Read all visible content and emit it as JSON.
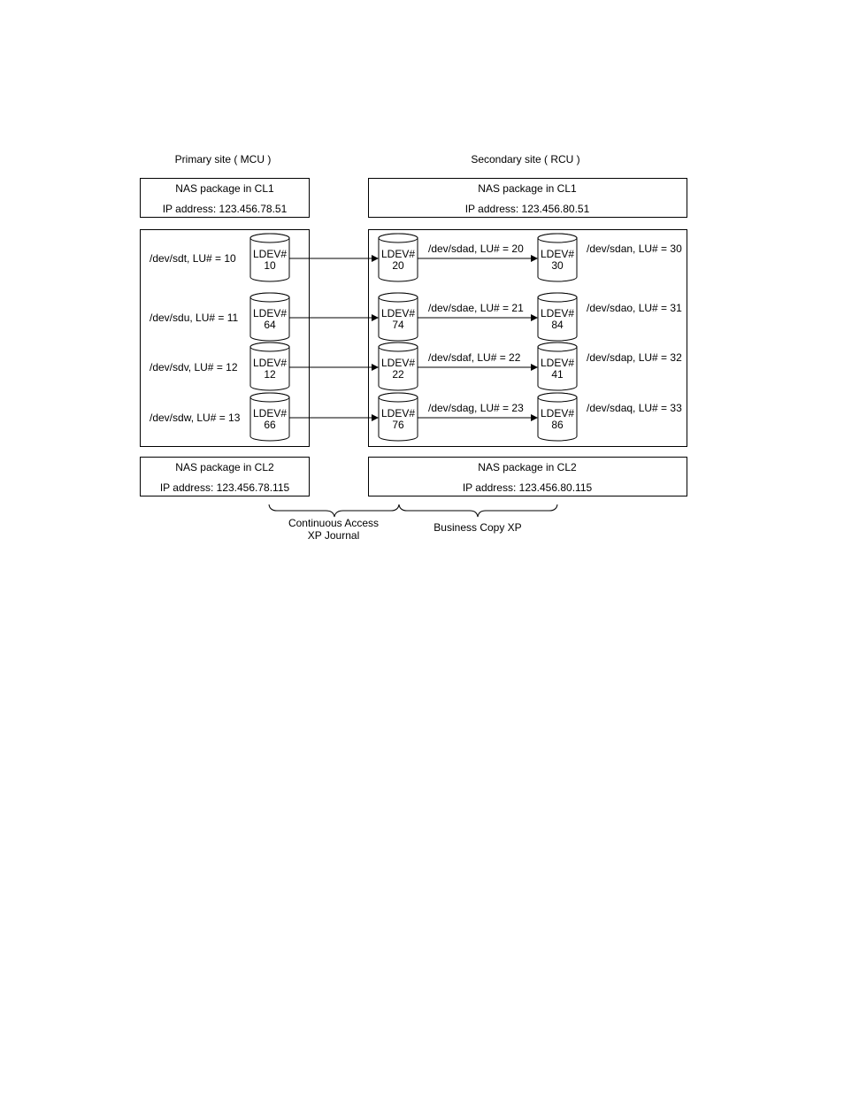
{
  "primary_site": {
    "title": "Primary site ( MCU )",
    "cl1": {
      "name": "NAS package in CL1",
      "ip": "IP address: 123.456.78.51"
    },
    "cl2": {
      "name": "NAS package in CL2",
      "ip": "IP address: 123.456.78.115"
    },
    "devices": [
      {
        "label": "/dev/sdt, LU# = 10",
        "ldev_label": "LDEV#",
        "ldev_num": "10"
      },
      {
        "label": "/dev/sdu, LU# = 11",
        "ldev_label": "LDEV#",
        "ldev_num": "64"
      },
      {
        "label": "/dev/sdv, LU# = 12",
        "ldev_label": "LDEV#",
        "ldev_num": "12"
      },
      {
        "label": "/dev/sdw, LU# = 13",
        "ldev_label": "LDEV#",
        "ldev_num": "66"
      }
    ]
  },
  "secondary_site": {
    "title": "Secondary site ( RCU )",
    "cl1": {
      "name": "NAS package in CL1",
      "ip": "IP address: 123.456.80.51"
    },
    "cl2": {
      "name": "NAS package in CL2",
      "ip": "IP address: 123.456.80.115"
    },
    "pairs": [
      {
        "svol_label": "/dev/sdad, LU# = 20",
        "svol_ldev_label": "LDEV#",
        "svol_ldev_num": "20",
        "bc_label": "/dev/sdan, LU# = 30",
        "bc_ldev_label": "LDEV#",
        "bc_ldev_num": "30"
      },
      {
        "svol_label": "/dev/sdae, LU# = 21",
        "svol_ldev_label": "LDEV#",
        "svol_ldev_num": "74",
        "bc_label": "/dev/sdao, LU# = 31",
        "bc_ldev_label": "LDEV#",
        "bc_ldev_num": "84"
      },
      {
        "svol_label": "/dev/sdaf, LU# = 22",
        "svol_ldev_label": "LDEV#",
        "svol_ldev_num": "22",
        "bc_label": "/dev/sdap, LU# = 32",
        "bc_ldev_label": "LDEV#",
        "bc_ldev_num": "41"
      },
      {
        "svol_label": "/dev/sdag, LU# = 23",
        "svol_ldev_label": "LDEV#",
        "svol_ldev_num": "76",
        "bc_label": "/dev/sdaq, LU# = 33",
        "bc_ldev_label": "LDEV#",
        "bc_ldev_num": "86"
      }
    ]
  },
  "legend": {
    "continuous_access_line1": "Continuous Access",
    "continuous_access_line2": "XP Journal",
    "business_copy": "Business Copy XP"
  }
}
